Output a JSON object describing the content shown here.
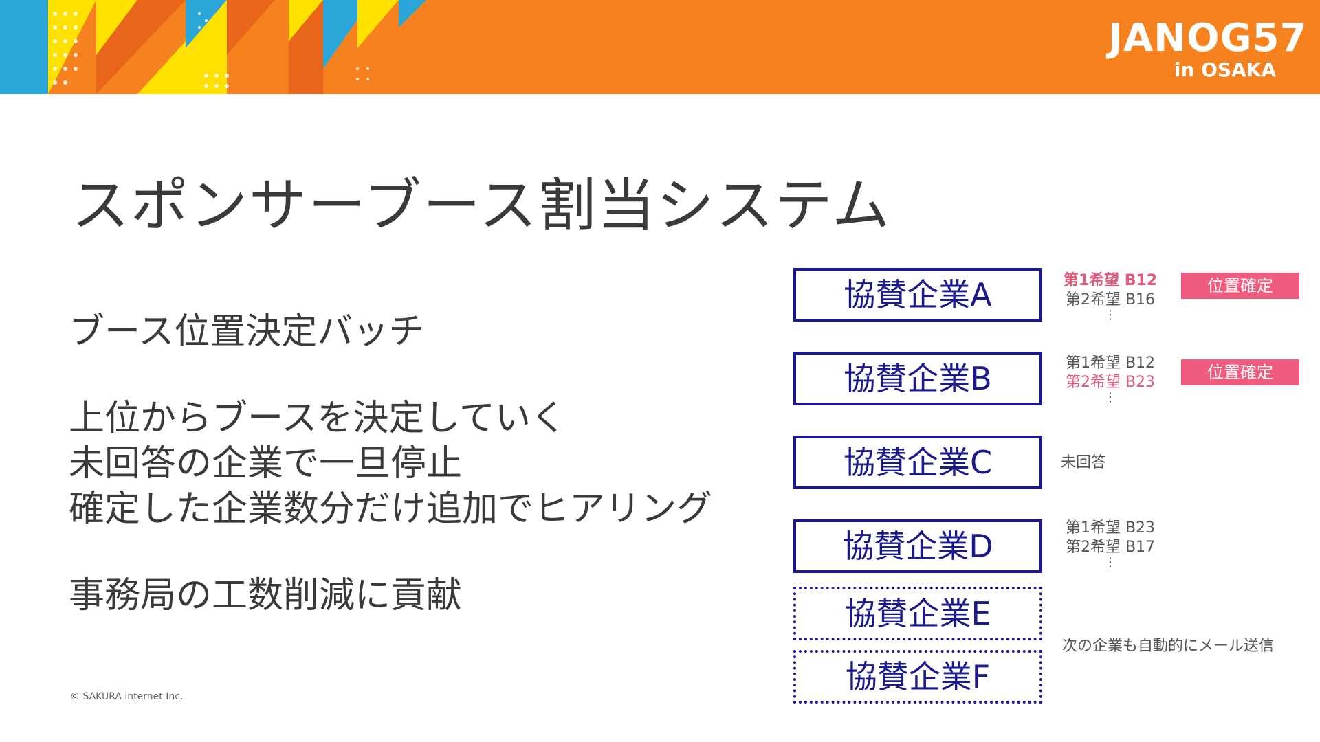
{
  "header": {
    "logo_main": "JANOG57",
    "logo_sub": "in OSAKA"
  },
  "title": "スポンサーブース割当システム",
  "body": {
    "heading": "ブース位置決定バッチ",
    "lines": [
      "上位からブースを決定していく",
      "未回答の企業で一旦停止",
      "確定した企業数分だけ追加でヒアリング"
    ],
    "conclusion": "事務局の工数削減に貢献"
  },
  "sponsors": [
    {
      "name": "協賛企業A",
      "choice1": "第1希望 B12",
      "choice2": "第2希望 B16",
      "status": "位置確定"
    },
    {
      "name": "協賛企業B",
      "choice1": "第1希望 B12",
      "choice2": "第2希望 B23",
      "status": "位置確定"
    },
    {
      "name": "協賛企業C",
      "note": "未回答"
    },
    {
      "name": "協賛企業D",
      "choice1": "第1希望 B23",
      "choice2": "第2希望 B17"
    },
    {
      "name": "協賛企業E"
    },
    {
      "name": "協賛企業F"
    }
  ],
  "dots": "⋮",
  "auto_mail_note": "次の企業も自動的にメール送信",
  "footer": "© SAKURA internet Inc.",
  "colors": {
    "banner_orange": "#f6821f",
    "navy": "#1a1a8c",
    "pink": "#f05b7e"
  }
}
